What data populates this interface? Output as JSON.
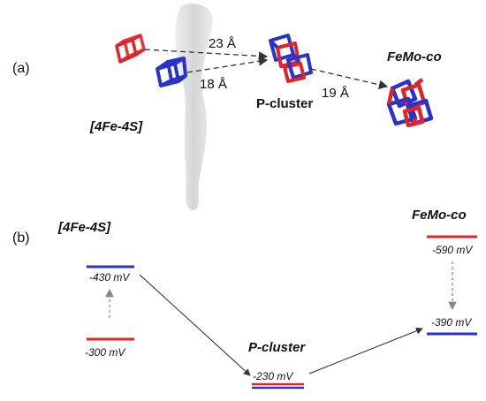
{
  "panel_a": {
    "label": "(a)",
    "cluster_4fe4s": "[4Fe-4S]",
    "p_cluster": "P-cluster",
    "femo_co": "FeMo-co",
    "dist_23": "23 Å",
    "dist_18": "18 Å",
    "dist_19": "19 Å"
  },
  "panel_b": {
    "label": "(b)",
    "cluster_4fe4s": "[4Fe-4S]",
    "p_cluster": "P-cluster",
    "femo_co": "FeMo-co",
    "levels": {
      "fe4s4_blue": "-430 mV",
      "fe4s4_red": "-300 mV",
      "pcluster": "-230 mV",
      "femoco_red": "-590 mV",
      "femoco_blue": "-390 mV"
    }
  },
  "colors": {
    "red": "#e0242a",
    "blue": "#2b32c7",
    "gray": "#d9d9d9"
  }
}
